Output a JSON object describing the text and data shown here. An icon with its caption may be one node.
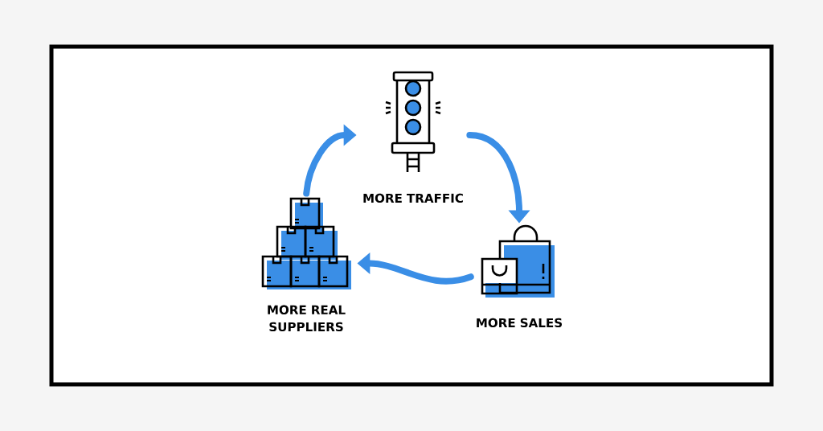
{
  "diagram": {
    "nodes": [
      {
        "text": [
          "MORE TRAFFIC"
        ]
      },
      {
        "text": [
          "MORE REAL SUPPLIERS"
        ]
      },
      {
        "text": [
          "MORE SALES"
        ]
      }
    ],
    "edges": [
      {
        "from": 1,
        "to": 0,
        "arrow": "to"
      },
      {
        "from": 0,
        "to": 2,
        "arrow": "to"
      },
      {
        "from": 2,
        "to": 1,
        "arrow": "to"
      }
    ]
  }
}
